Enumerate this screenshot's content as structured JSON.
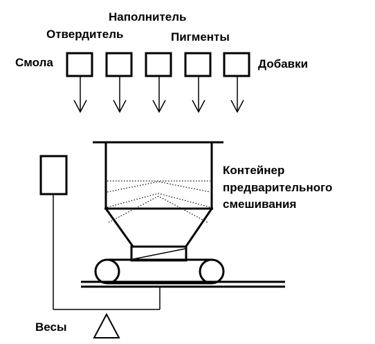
{
  "inputs": [
    {
      "label": "Смола"
    },
    {
      "label": "Отвердитель"
    },
    {
      "label": "Наполнитель"
    },
    {
      "label": "Пигменты"
    },
    {
      "label": "Добавки"
    }
  ],
  "container": {
    "label_lines": [
      "Контейнер",
      "предварительного",
      "смешивания"
    ]
  },
  "scale": {
    "label": "Весы"
  }
}
